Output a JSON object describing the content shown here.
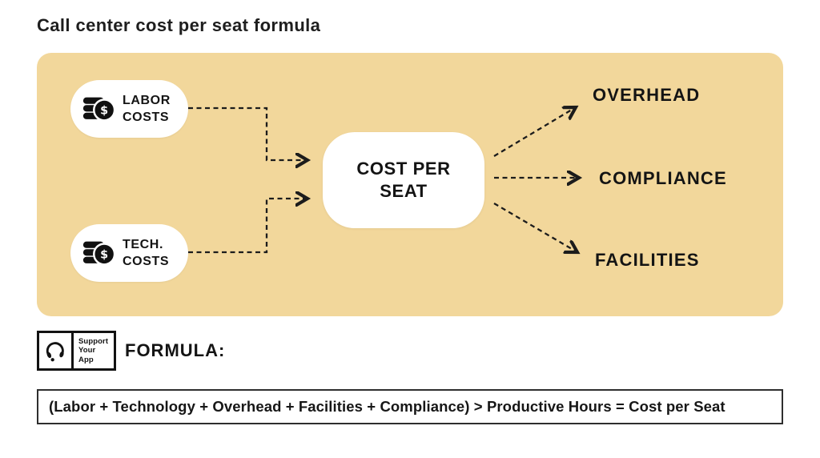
{
  "title": "Call center cost per seat formula",
  "colors": {
    "panel_bg": "#F2D79B",
    "text": "#1A1A1A",
    "node_bg": "#FFFFFF"
  },
  "diagram": {
    "inputs": [
      {
        "id": "labor-costs",
        "icon": "coins-icon",
        "label_line1": "LABOR",
        "label_line2": "COSTS"
      },
      {
        "id": "tech-costs",
        "icon": "coins-icon",
        "label_line1": "TECH.",
        "label_line2": "COSTS"
      }
    ],
    "center": {
      "id": "cost-per-seat",
      "label_line1": "COST PER",
      "label_line2": "SEAT"
    },
    "outputs": [
      "OVERHEAD",
      "COMPLIANCE",
      "FACILITIES"
    ],
    "connections": [
      {
        "from": "labor-costs",
        "to": "cost-per-seat"
      },
      {
        "from": "tech-costs",
        "to": "cost-per-seat"
      },
      {
        "from": "cost-per-seat",
        "to": "OVERHEAD"
      },
      {
        "from": "cost-per-seat",
        "to": "COMPLIANCE"
      },
      {
        "from": "cost-per-seat",
        "to": "FACILITIES"
      }
    ]
  },
  "footer": {
    "logo": {
      "icon": "headset-icon",
      "line1": "Support",
      "line2": "Your",
      "line3": "App"
    },
    "formula_label": "FORMULA:",
    "formula": "(Labor + Technology + Overhead + Facilities + Compliance) > Productive Hours = Cost per Seat"
  }
}
